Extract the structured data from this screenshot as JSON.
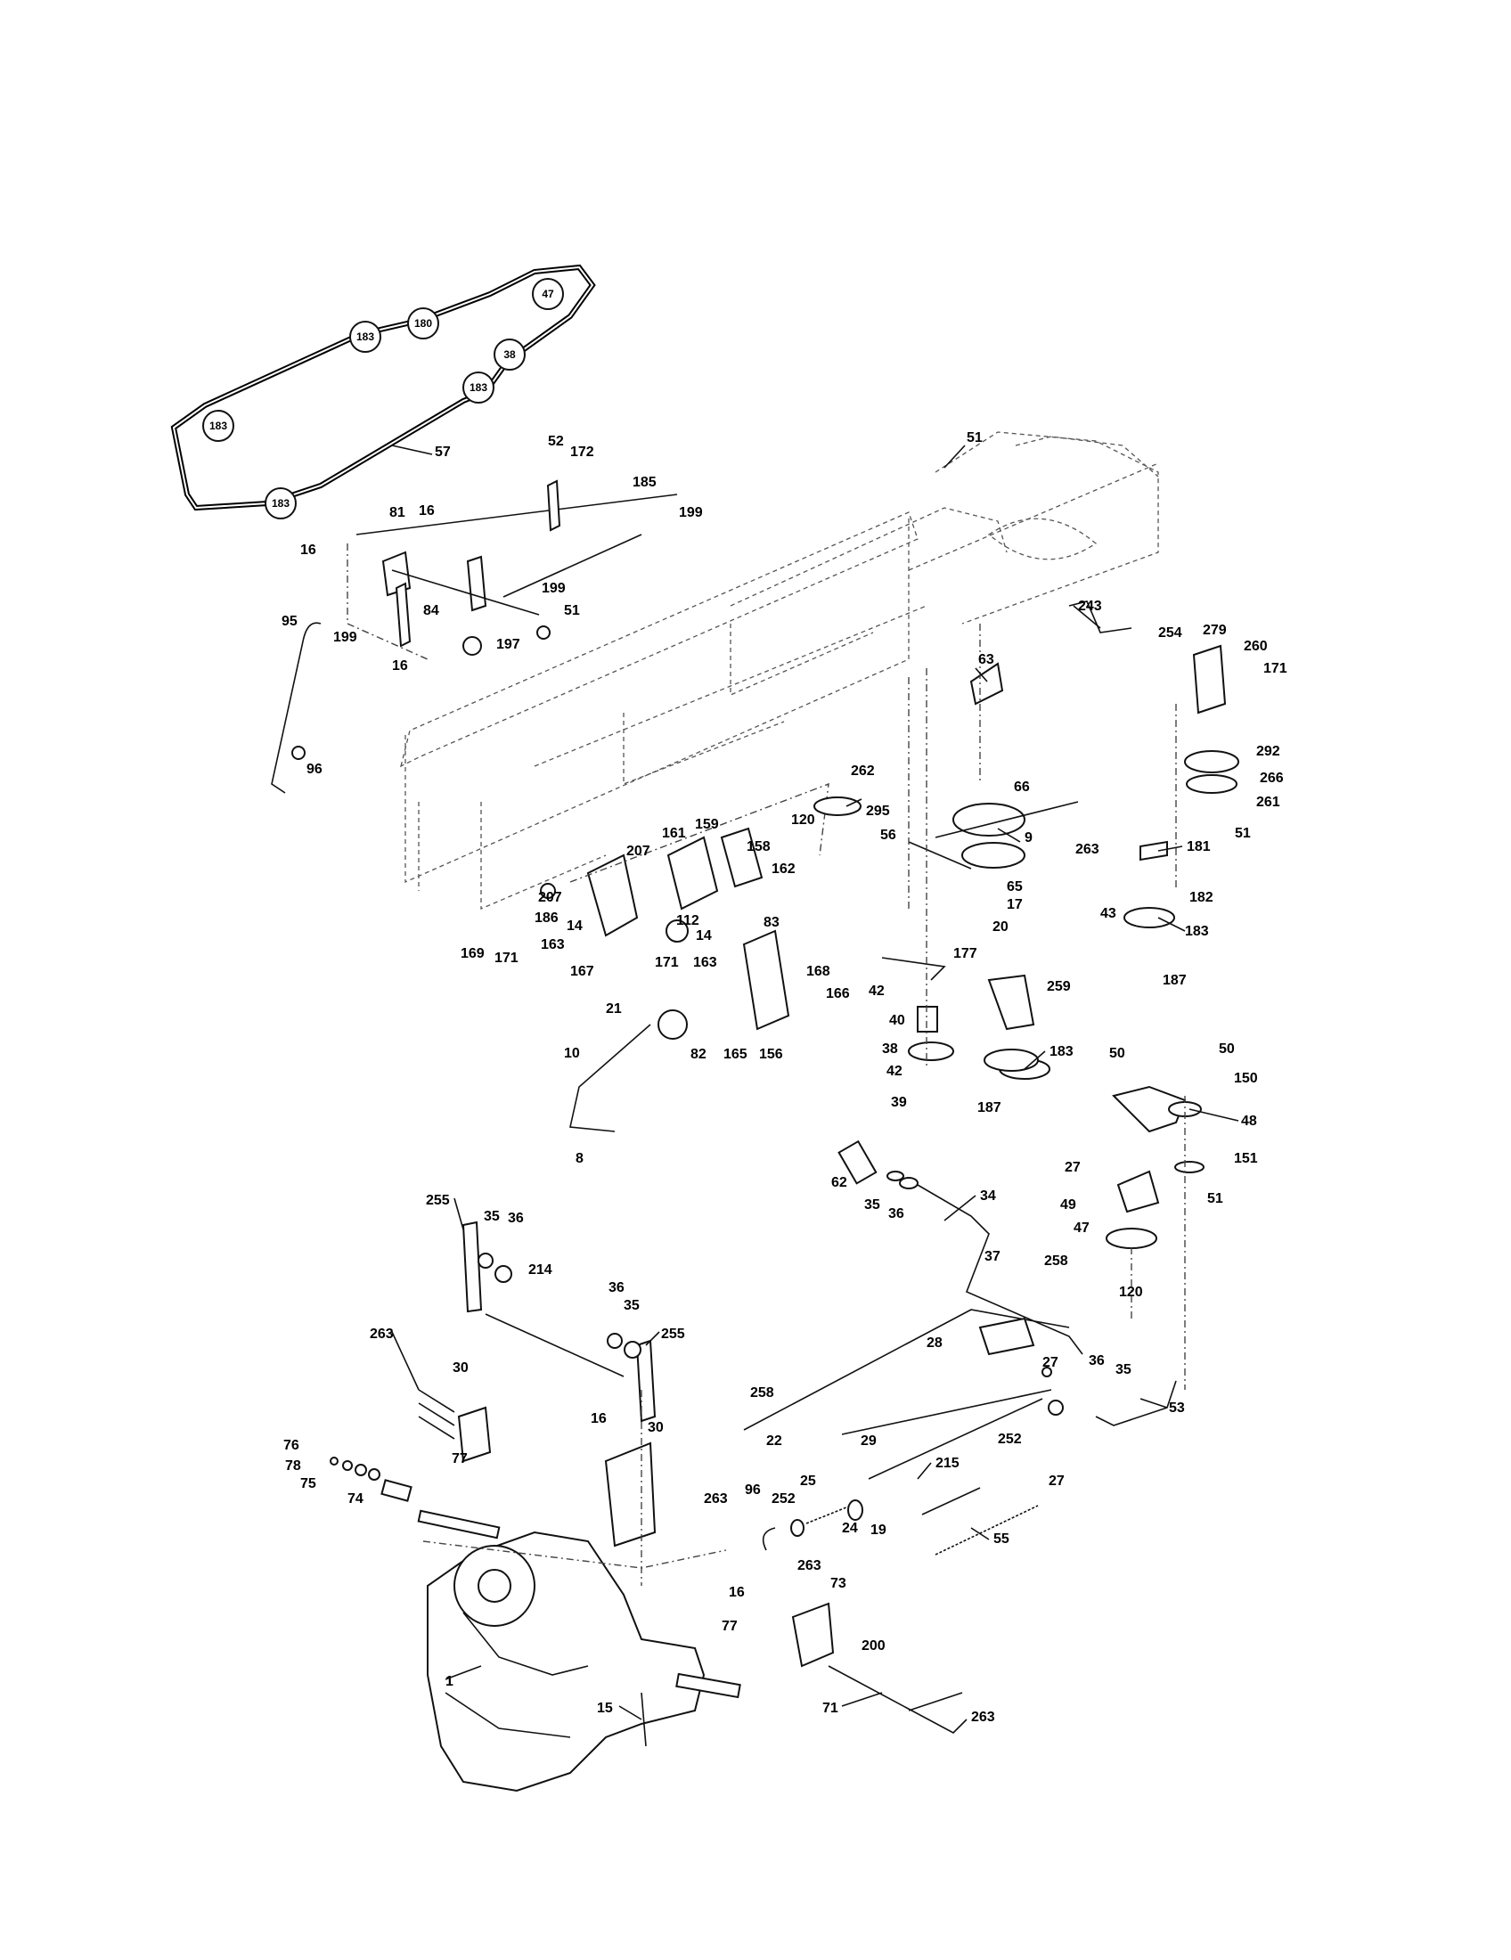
{
  "belt_pulley_labels": [
    "183",
    "180",
    "47",
    "38",
    "183",
    "183",
    "183"
  ],
  "callouts": {
    "c57": "57",
    "c52": "52",
    "c172": "172",
    "c185": "185",
    "c199a": "199",
    "c199b": "199",
    "c199c": "199",
    "c81": "81",
    "c16a": "16",
    "c16b": "16",
    "c16c": "16",
    "c84": "84",
    "c51a": "51",
    "c197": "197",
    "c95": "95",
    "c96a": "96",
    "c51b": "51",
    "c243": "243",
    "c254": "254",
    "c279": "279",
    "c260": "260",
    "c171a": "171",
    "c63": "63",
    "c262": "262",
    "c66": "66",
    "c295": "295",
    "c120a": "120",
    "c56": "56",
    "c9": "9",
    "c292": "292",
    "c266": "266",
    "c261": "261",
    "c51c": "51",
    "c263a": "263",
    "c181": "181",
    "c207a": "207",
    "c161": "161",
    "c159": "159",
    "c158": "158",
    "c207b": "207",
    "c162": "162",
    "c186": "186",
    "c14a": "14",
    "c112": "112",
    "c14b": "14",
    "c83": "83",
    "c65": "65",
    "c17": "17",
    "c20": "20",
    "c182": "182",
    "c43": "43",
    "c183a": "183",
    "c169": "169",
    "c171b": "171",
    "c163a": "163",
    "c167": "167",
    "c171c": "171",
    "c163b": "163",
    "c177": "177",
    "c187a": "187",
    "c168": "168",
    "c166": "166",
    "c42a": "42",
    "c259": "259",
    "c21": "21",
    "c40": "40",
    "c82": "82",
    "c165": "165",
    "c156": "156",
    "c38": "38",
    "c183b": "183",
    "c10": "10",
    "c42b": "42",
    "c39": "39",
    "c187b": "187",
    "c50a": "50",
    "c50b": "50",
    "c150": "150",
    "c8": "8",
    "c48": "48",
    "c27a": "27",
    "c151": "151",
    "c62": "62",
    "c35a": "35",
    "c36a": "36",
    "c34": "34",
    "c49": "49",
    "c51d": "51",
    "c47": "47",
    "c255a": "255",
    "c35b": "35",
    "c36b": "36",
    "c37": "37",
    "c258a": "258",
    "c214": "214",
    "c120b": "120",
    "c36c": "36",
    "c35c": "35",
    "c255b": "255",
    "c263b": "263",
    "c28": "28",
    "c30a": "30",
    "c36d": "36",
    "c35d": "35",
    "c27b": "27",
    "c258b": "258",
    "c53": "53",
    "c16d": "16",
    "c30b": "30",
    "c22": "22",
    "c29": "29",
    "c252a": "252",
    "c76": "76",
    "c78": "78",
    "c77a": "77",
    "c75": "75",
    "c74": "74",
    "c215": "215",
    "c96b": "96",
    "c25": "25",
    "c263c": "263",
    "c252b": "252",
    "c24": "24",
    "c19": "19",
    "c27c": "27",
    "c55": "55",
    "c263d": "263",
    "c73": "73",
    "c16e": "16",
    "c77b": "77",
    "c200": "200",
    "c1": "1",
    "c15": "15",
    "c71": "71",
    "c263e": "263"
  }
}
